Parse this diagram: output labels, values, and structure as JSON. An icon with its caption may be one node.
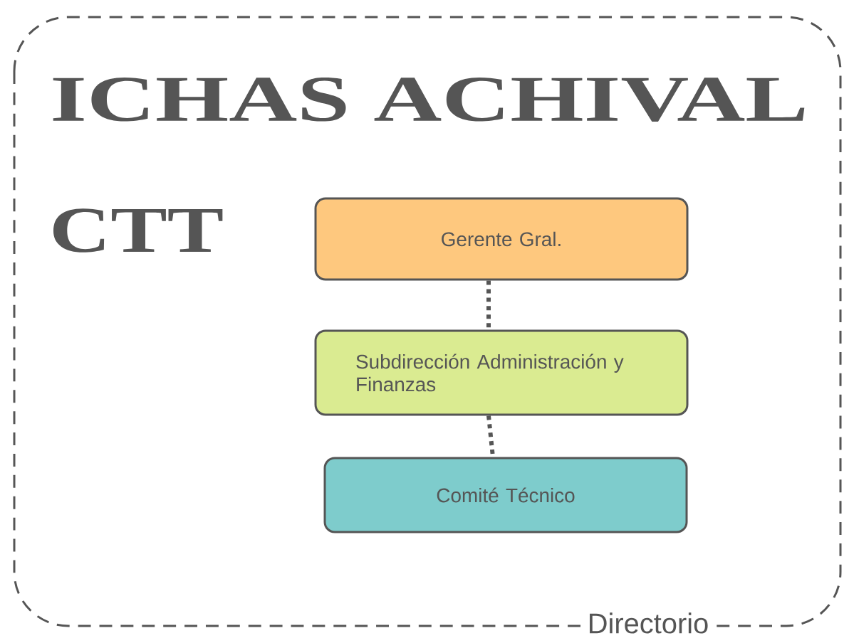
{
  "diagram": {
    "title": "ICHAS ACHIVAL",
    "nodes": [
      {
        "text": [
          "Gerente Gral."
        ]
      },
      {
        "text": [
          "Subdirección Administración y Finanzas"
        ]
      },
      {
        "text": [
          "Comité Técnico"
        ]
      }
    ],
    "edges": [
      {
        "from": 0,
        "to": 1,
        "arrow": "none",
        "style": "dashed"
      },
      {
        "from": 1,
        "to": 2,
        "arrow": "none",
        "style": "dashed"
      }
    ],
    "labels": [
      "CTT",
      "Directorio"
    ]
  }
}
